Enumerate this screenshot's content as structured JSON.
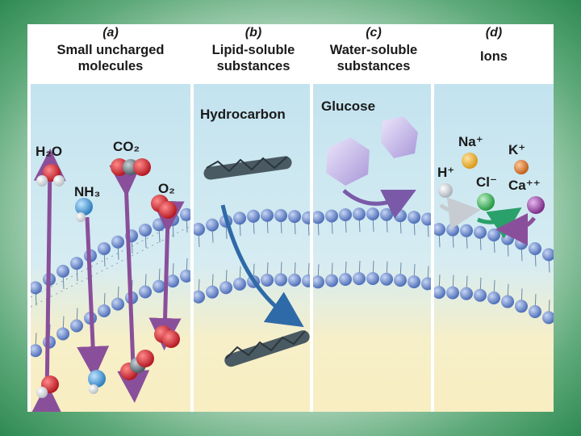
{
  "panels": [
    {
      "letter": "(a)",
      "title": "Small uncharged molecules"
    },
    {
      "letter": "(b)",
      "title": "Lipid-soluble substances"
    },
    {
      "letter": "(c)",
      "title": "Water-soluble substances"
    },
    {
      "letter": "(d)",
      "title": "Ions"
    }
  ],
  "labels": {
    "h2o": "H₂O",
    "co2": "CO₂",
    "nh3": "NH₃",
    "o2": "O₂",
    "hydrocarbon": "Hydrocarbon",
    "glucose": "Glucose",
    "na": "Na⁺",
    "k": "K⁺",
    "h": "H⁺",
    "cl": "Cl⁻",
    "ca": "Ca⁺⁺"
  },
  "colors": {
    "arrow_purple": "#8a4f9a",
    "arrow_blue": "#2f6aa8",
    "lipid_head": "#6f8fd0",
    "oxygen_red": "#d9303a",
    "nitrogen_blue": "#59a7e0",
    "carbon_gray": "#6f7f88",
    "glucose_violet": "#c7b8e8",
    "na_yellow": "#efb233",
    "k_orange": "#d97a2a",
    "cl_green": "#3fb35a",
    "ca_purple": "#8b3e95",
    "h_gray": "#cfd3d8",
    "frame_green": "#2e8a52"
  }
}
